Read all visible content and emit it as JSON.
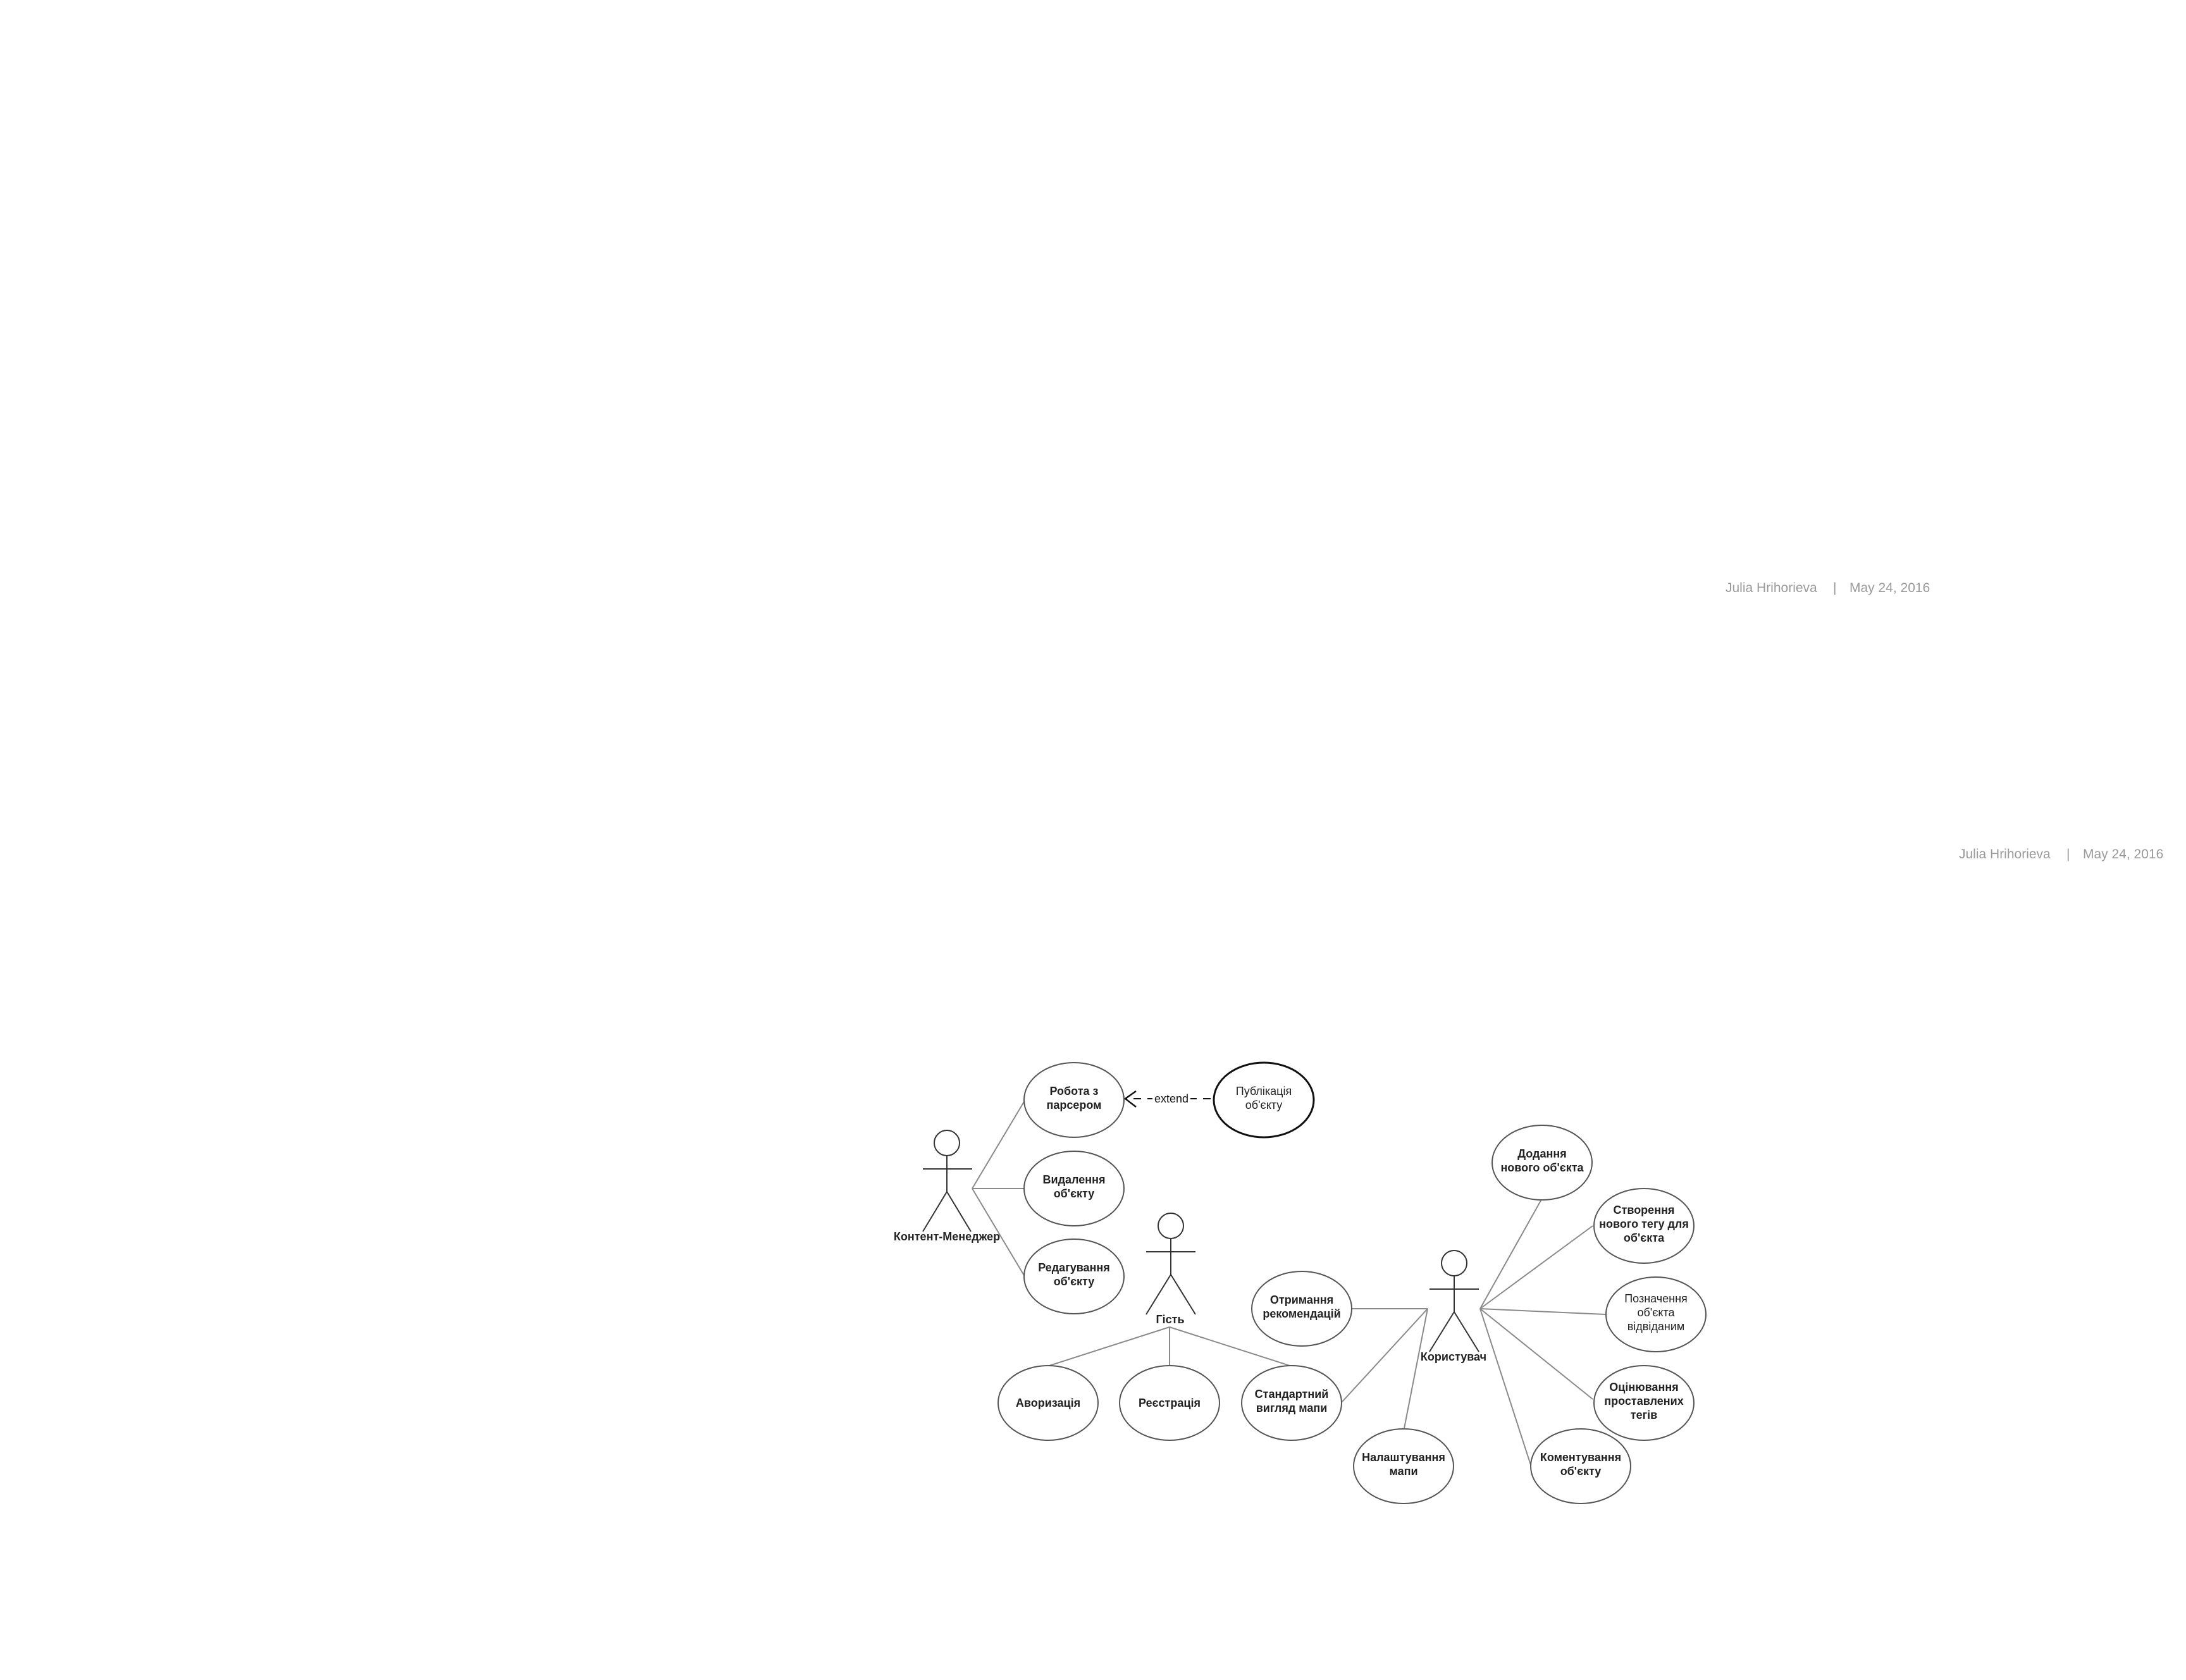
{
  "author_lines": [
    {
      "author": "Julia Hrihorieva",
      "separator": "|",
      "date": "May 24, 2016"
    },
    {
      "author": "Julia Hrihorieva",
      "separator": "|",
      "date": "May 24, 2016"
    }
  ],
  "actors": [
    {
      "id": "content-manager",
      "label": "Контент-Менеджер"
    },
    {
      "id": "guest",
      "label": "Гість"
    },
    {
      "id": "user",
      "label": "Користувач"
    }
  ],
  "use_cases": [
    {
      "id": "parser",
      "lines": [
        "Робота з",
        "парсером"
      ]
    },
    {
      "id": "publish",
      "lines": [
        "Публікація",
        "об'єкту"
      ]
    },
    {
      "id": "delete",
      "lines": [
        "Видалення",
        "об'єкту"
      ]
    },
    {
      "id": "edit",
      "lines": [
        "Редагування",
        "об'єкту"
      ]
    },
    {
      "id": "auth",
      "lines": [
        "Аворизація"
      ]
    },
    {
      "id": "register",
      "lines": [
        "Реєстрація"
      ]
    },
    {
      "id": "standard-map",
      "lines": [
        "Стандартний",
        "вигляд мапи"
      ]
    },
    {
      "id": "recommendations",
      "lines": [
        "Отримання",
        "рекомендацій"
      ]
    },
    {
      "id": "map-settings",
      "lines": [
        "Налаштування",
        "мапи"
      ]
    },
    {
      "id": "add-object",
      "lines": [
        "Додання",
        "нового об'єкта"
      ]
    },
    {
      "id": "create-tag",
      "lines": [
        "Створення",
        "нового тегу для",
        "об'єкта"
      ]
    },
    {
      "id": "mark-visited",
      "lines": [
        "Позначення",
        "об'єкта",
        "відвіданим"
      ]
    },
    {
      "id": "rate-tags",
      "lines": [
        "Оцінювання",
        "проставлених",
        "тегів"
      ]
    },
    {
      "id": "comment",
      "lines": [
        "Коментування",
        "об'єкту"
      ]
    }
  ],
  "extend": {
    "from": "publish",
    "to": "parser",
    "label": "extend"
  }
}
